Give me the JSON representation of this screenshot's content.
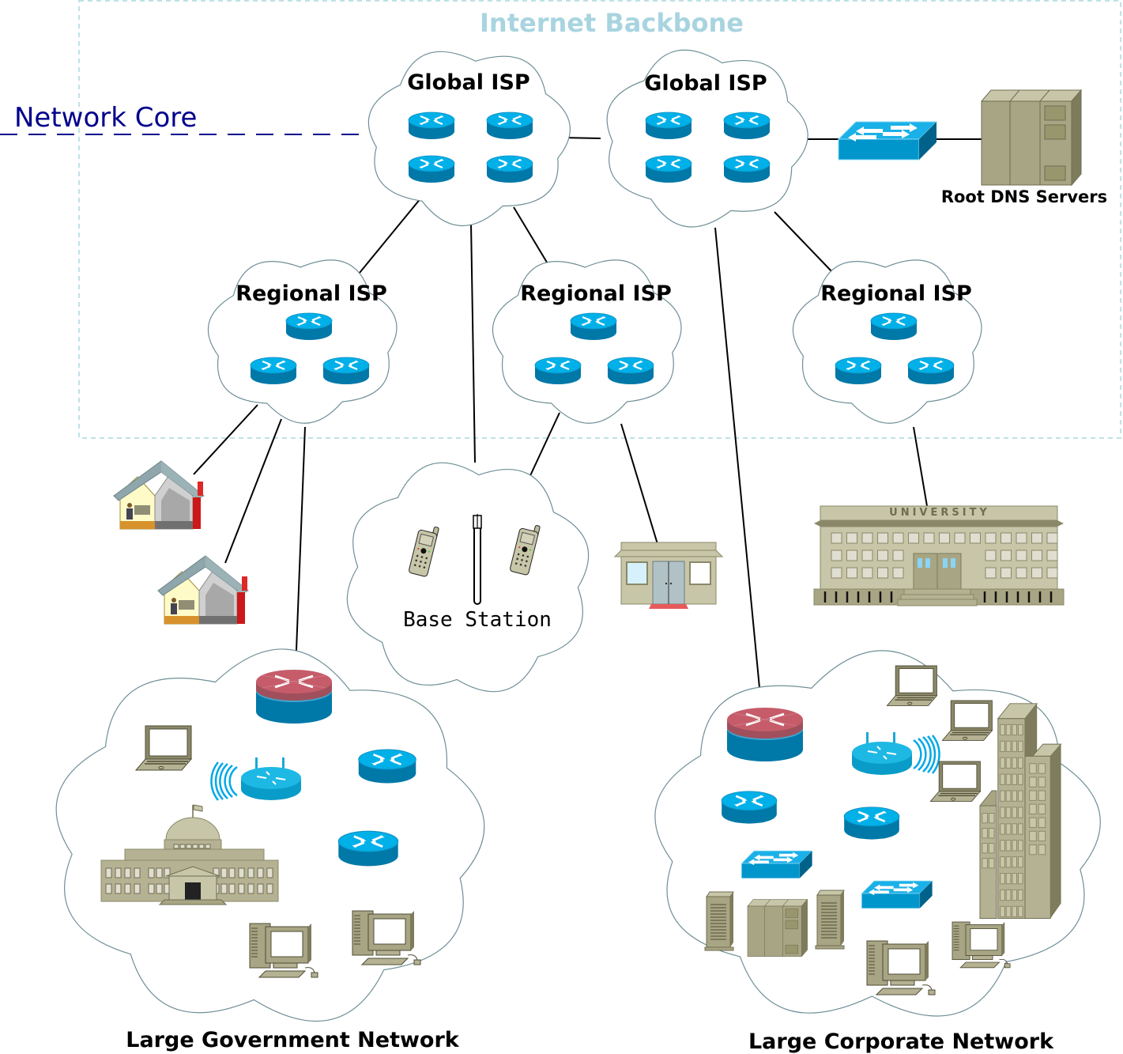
{
  "diagram": {
    "title": "Internet Backbone",
    "network_core_label": "Network Core",
    "colors": {
      "backbone_border": "#a8d8e0",
      "backbone_title": "#a8d4e0",
      "network_core": "#00008b",
      "router_top": "#00b0e8",
      "router_side": "#0078a8",
      "firewall_top": "#c05a68",
      "switch_top": "#1ab0e8",
      "equipment": "#a8a584",
      "cloud_stroke": "#6e8f97"
    },
    "clouds": {
      "global_isp_1": "Global ISP",
      "global_isp_2": "Global ISP",
      "regional_isp_1": "Regional ISP",
      "regional_isp_2": "Regional ISP",
      "regional_isp_3": "Regional ISP",
      "base_station": "Base Station",
      "government": "Large Government Network",
      "corporate": "Large Corporate Network"
    },
    "labels": {
      "root_dns": "Root DNS Servers",
      "university_sign": "UNIVERSITY"
    },
    "icons": [
      "router-icon",
      "switch-icon",
      "server-rack-icon",
      "home-office-icon",
      "cell-phone-icon",
      "antenna-icon",
      "shop-icon",
      "university-icon",
      "firewall-router-icon",
      "wireless-router-icon",
      "laptop-icon",
      "desktop-computer-icon",
      "government-building-icon",
      "tower-server-icon",
      "office-tower-icon"
    ]
  }
}
